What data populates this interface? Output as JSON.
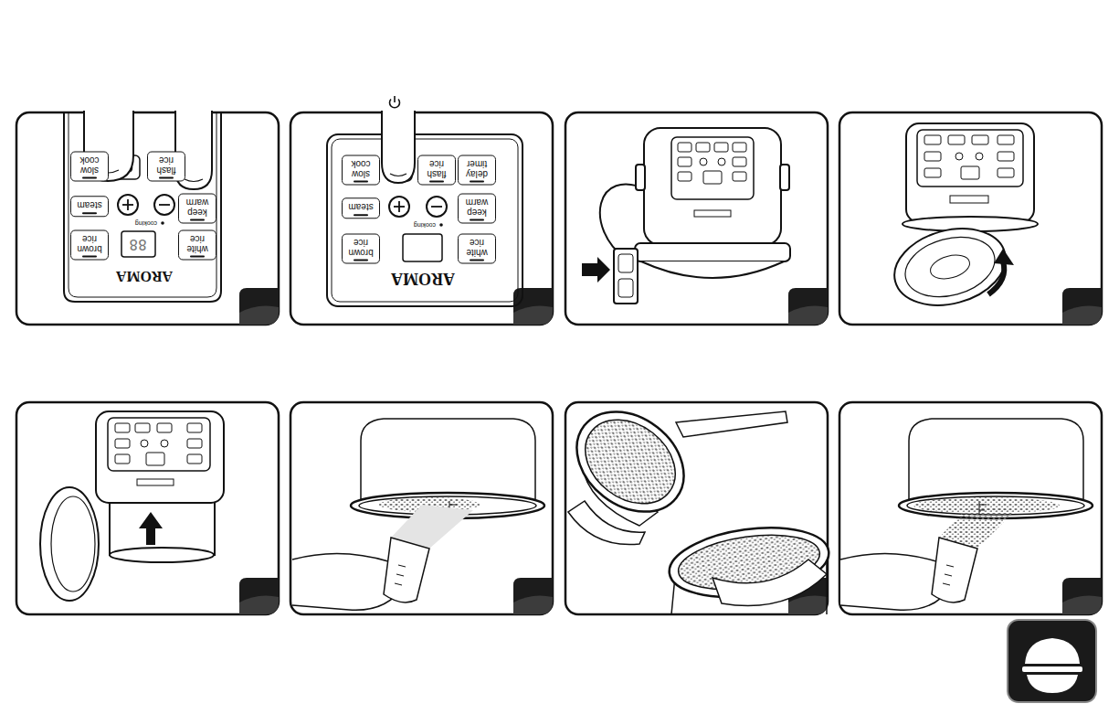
{
  "diagram": {
    "nodes": [
      {
        "text": [
          "slow cook"
        ]
      },
      {
        "text": [
          "flash rice"
        ]
      },
      {
        "text": [
          "steam"
        ]
      },
      {
        "text": [
          "keep warm"
        ]
      },
      {
        "text": [
          "brown rice"
        ]
      },
      {
        "text": [
          "white rice"
        ]
      },
      {
        "text": [
          "slow cook"
        ]
      },
      {
        "text": [
          "flash rice"
        ]
      },
      {
        "text": [
          "delay timer"
        ]
      },
      {
        "text": [
          "steam"
        ]
      },
      {
        "text": [
          "keep warm"
        ]
      },
      {
        "text": [
          "brown rice"
        ]
      },
      {
        "text": [
          "white rice"
        ]
      }
    ],
    "labels": [
      "88",
      "cooking",
      "AROMA",
      "cooking",
      "AROMA"
    ]
  }
}
